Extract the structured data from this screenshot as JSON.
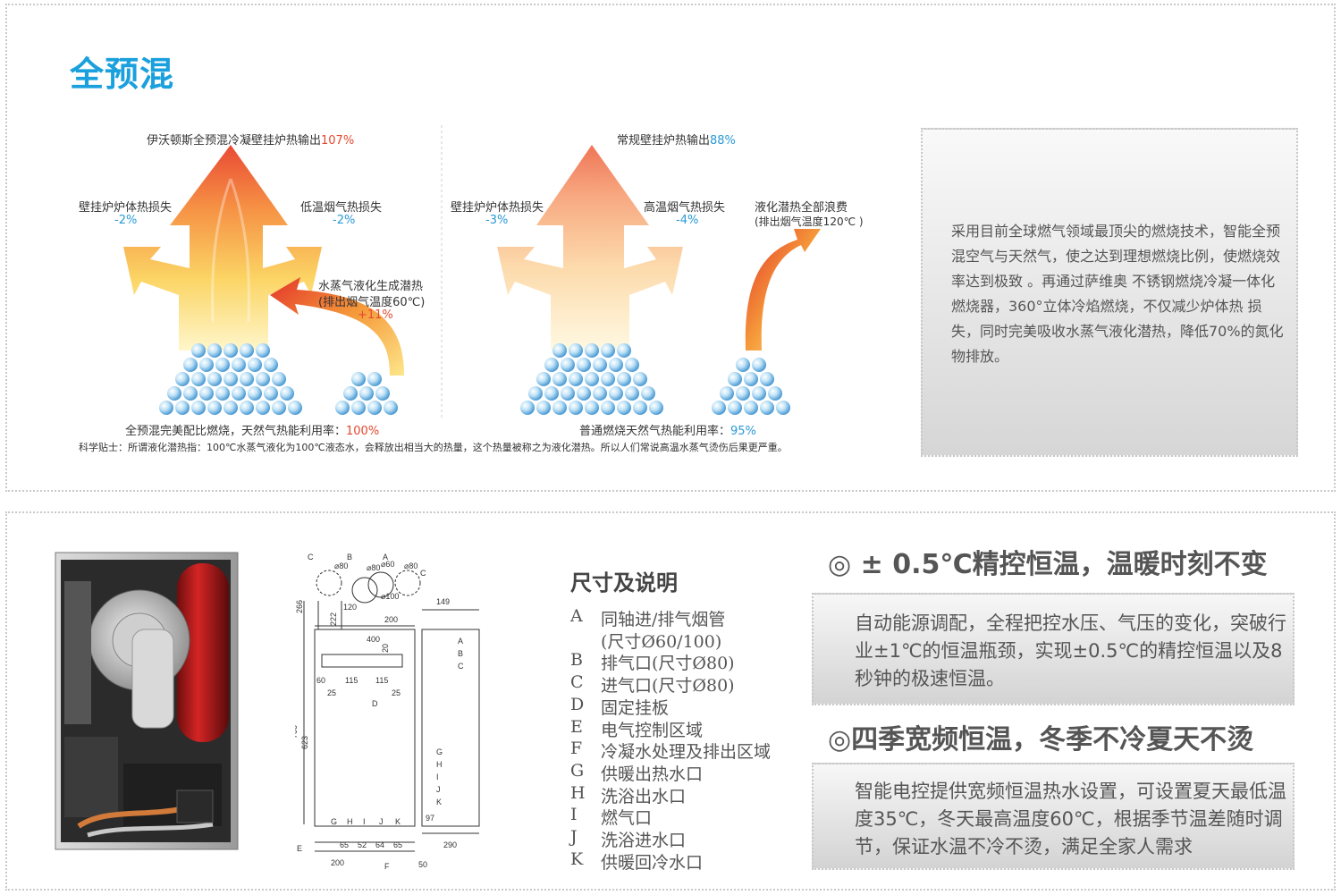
{
  "title": "全预混",
  "left_diagram": {
    "top_label": "伊沃顿斯全预混冷凝壁挂炉热输出",
    "top_value": "107%",
    "body_loss_label": "壁挂炉炉体热损失",
    "body_loss_value": "-2%",
    "flue_loss_label": "低温烟气热损失",
    "flue_loss_value": "-2%",
    "latent_label": "水蒸气液化生成潜热",
    "latent_sub": "(排出烟气温度60℃)",
    "latent_value": "+11%",
    "bottom_label": "全预混完美配比燃烧，天然气热能利用率：",
    "bottom_value": "100%"
  },
  "right_diagram": {
    "top_label": "常规壁挂炉热输出",
    "top_value": "88%",
    "body_loss_label": "壁挂炉炉体热损失",
    "body_loss_value": "-3%",
    "flue_loss_label": "高温烟气热损失",
    "flue_loss_value": "-4%",
    "waste_label": "液化潜热全部浪费",
    "waste_sub": "(排出烟气温度120℃ )",
    "bottom_label": "普通燃烧天然气热能利用率：",
    "bottom_value": "95%"
  },
  "tip": "科学贴士：所谓液化潜热指：100℃水蒸气液化为100℃液态水，会释放出相当大的热量，这个热量被称之为液化潜热。所以人们常说高温水蒸气烫伤后果更严重。",
  "description": "采用目前全球燃气领域最顶尖的燃烧技术，智能全预混空气与天然气，使之达到理想燃烧比例，使燃烧效率达到极致 。再通过萨维奥 不锈钢燃烧冷凝一体化燃烧器，360°立体冷焰燃烧，不仅减少炉体热 损失，同时完美吸收水蒸气液化潜热，降低70%的氮化物排放。",
  "drawing": {
    "front_labels": [
      "C",
      "B",
      "A",
      "C"
    ],
    "pipe_sizes": [
      "⌀80",
      "⌀80",
      "⌀60",
      "⌀100",
      "⌀80"
    ],
    "dims_top": [
      "266",
      "222",
      "120",
      "200",
      "149",
      "20",
      "400"
    ],
    "dims_mid": [
      "60",
      "115",
      "115",
      "25",
      "25"
    ],
    "dims_side": [
      "700",
      "623"
    ],
    "bottom_letters": [
      "G",
      "H",
      "I",
      "J",
      "K"
    ],
    "bottom_dims": [
      "65",
      "52",
      "64",
      "65"
    ],
    "base_dims": [
      "200",
      "97",
      "50",
      "290"
    ],
    "side_letters_top": [
      "A",
      "B",
      "C"
    ],
    "side_letters_bottom": [
      "G",
      "H",
      "I",
      "J",
      "K"
    ],
    "misc_letters": [
      "D",
      "E",
      "F"
    ]
  },
  "dimensions": {
    "title": "尺寸及说明",
    "items": [
      {
        "key": "A",
        "text": "同轴进/排气烟管"
      },
      {
        "key": "",
        "text": "(尺寸Ø60/100)"
      },
      {
        "key": "B",
        "text": "排气口(尺寸Ø80)"
      },
      {
        "key": "C",
        "text": "进气口(尺寸Ø80)"
      },
      {
        "key": "D",
        "text": "固定挂板"
      },
      {
        "key": "E",
        "text": "电气控制区域"
      },
      {
        "key": "F",
        "text": "冷凝水处理及排出区域"
      },
      {
        "key": "G",
        "text": "供暖出热水口"
      },
      {
        "key": "H",
        "text": "洗浴出水口"
      },
      {
        "key": "I",
        "text": "燃气口"
      },
      {
        "key": "J",
        "text": "洗浴进水口"
      },
      {
        "key": "K",
        "text": "供暖回冷水口"
      }
    ]
  },
  "features": [
    {
      "heading": "◎ ± 0.5℃精控恒温，温暖时刻不变",
      "text": "自动能源调配，全程把控水压、气压的变化，突破行业±1℃的恒温瓶颈，实现±0.5℃的精控恒温以及8秒钟的极速恒温。"
    },
    {
      "heading": "◎四季宽频恒温，冬季不冷夏天不烫",
      "text": "智能电控提供宽频恒温热水设置，可设置夏天最低温度35℃，冬天最高温度60℃，根据季节温差随时调节，保证水温不冷不烫，满足全家人需求"
    }
  ]
}
